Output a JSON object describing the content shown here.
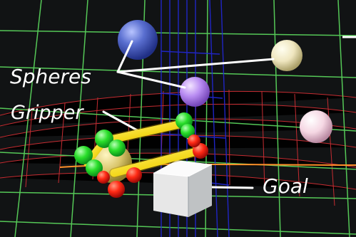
{
  "labels": {
    "spheres": "Spheres",
    "gripper": "Gripper",
    "goal": "Goal"
  },
  "colors": {
    "background": "#111314",
    "grid_green": "#59d25b",
    "grid_red": "#d92f35",
    "grid_blue": "#2228d8",
    "sphere_blue": "#5a6fd0",
    "sphere_cream": "#efe6bf",
    "sphere_purple": "#b98df2",
    "sphere_pink": "#f5d7e3",
    "gripper_yellow": "#f4d91d",
    "gripper_green": "#2adf2a",
    "gripper_red": "#ff2a15",
    "goal_box": "#f2f2f2"
  }
}
